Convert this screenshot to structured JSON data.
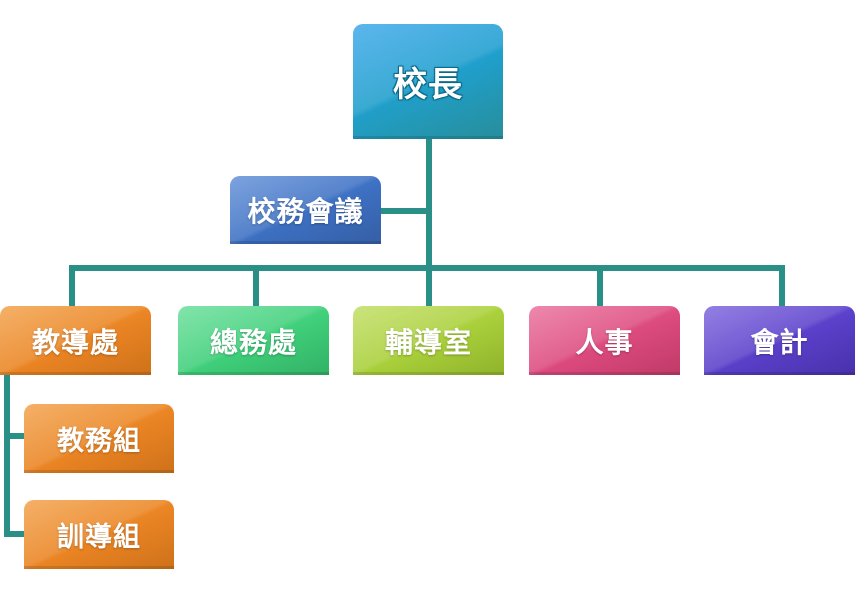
{
  "colors": {
    "connector": "#2a8f87",
    "principal": "#1e9bd6",
    "meeting": "#3d73c4",
    "academic": "#ea8423",
    "general": "#3fcf7a",
    "counseling": "#a9cf3a",
    "personnel": "#dc4a7d",
    "accounting": "#5a3fc9"
  },
  "org": {
    "head": {
      "label": "校長"
    },
    "advisory": {
      "label": "校務會議"
    },
    "departments": [
      {
        "key": "academic",
        "label": "教導處"
      },
      {
        "key": "general",
        "label": "總務處"
      },
      {
        "key": "counseling",
        "label": "輔導室"
      },
      {
        "key": "personnel",
        "label": "人事"
      },
      {
        "key": "accounting",
        "label": "會計"
      }
    ],
    "academic_sub": [
      {
        "label": "教務組"
      },
      {
        "label": "訓導組"
      }
    ]
  }
}
